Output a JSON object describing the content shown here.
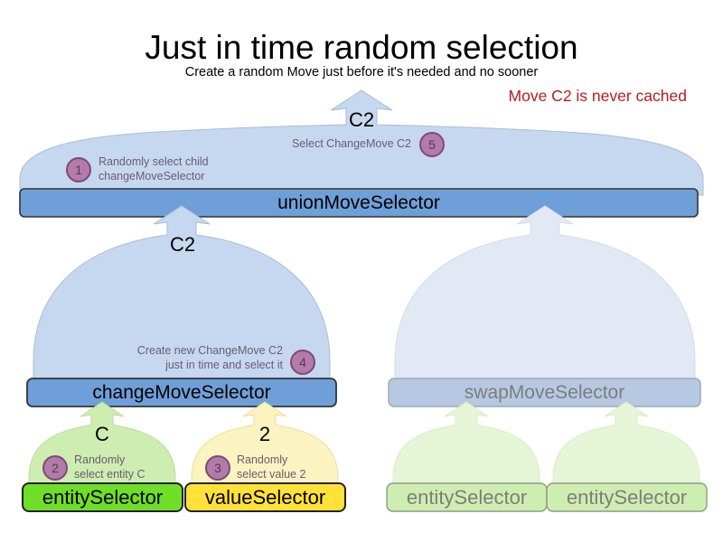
{
  "header": {
    "title": "Just in time random selection",
    "subtitle": "Create a random Move just before it's needed and no sooner",
    "warning": "Move C2 is never cached",
    "warning_color": "#b71c1c"
  },
  "colors": {
    "dome_blue": "#c6d8ef",
    "bar_blue": "#6f9fd8",
    "dome_blue_faded": "#e2e9f4",
    "bar_blue_faded": "#b6c9e2",
    "dome_green": "#cdeeb0",
    "box_green": "#6fde28",
    "dome_green_faded": "#e6f5d6",
    "box_green_faded": "#cdeeb0",
    "dome_yellow": "#fbf3c0",
    "box_yellow": "#ffe138",
    "stroke": "#555555",
    "stroke_faded": "#b9c4d4",
    "badge_fill": "#b27ba9",
    "badge_stroke": "#7d4a76",
    "note_text": "#6b5b72",
    "faded_text": "#7d7d7d"
  },
  "nodes": {
    "union": {
      "label": "unionMoveSelector"
    },
    "change": {
      "label": "changeMoveSelector"
    },
    "swap": {
      "label": "swapMoveSelector"
    },
    "entity_left": {
      "label": "entitySelector"
    },
    "value_left": {
      "label": "valueSelector"
    },
    "entity_swap_1": {
      "label": "entitySelector"
    },
    "entity_swap_2": {
      "label": "entitySelector"
    }
  },
  "flow_labels": {
    "union_out": "C2",
    "change_out": "C2",
    "entity_out": "C",
    "value_out": "2"
  },
  "steps": [
    {
      "number": "1",
      "text": "Randomly select child\nchangeMoveSelector"
    },
    {
      "number": "2",
      "text": "Randomly\nselect entity C"
    },
    {
      "number": "3",
      "text": "Randomly\nselect value 2"
    },
    {
      "number": "4",
      "text": "Create new ChangeMove C2\njust in time and select it"
    },
    {
      "number": "5",
      "text": "Select ChangeMove C2"
    }
  ]
}
